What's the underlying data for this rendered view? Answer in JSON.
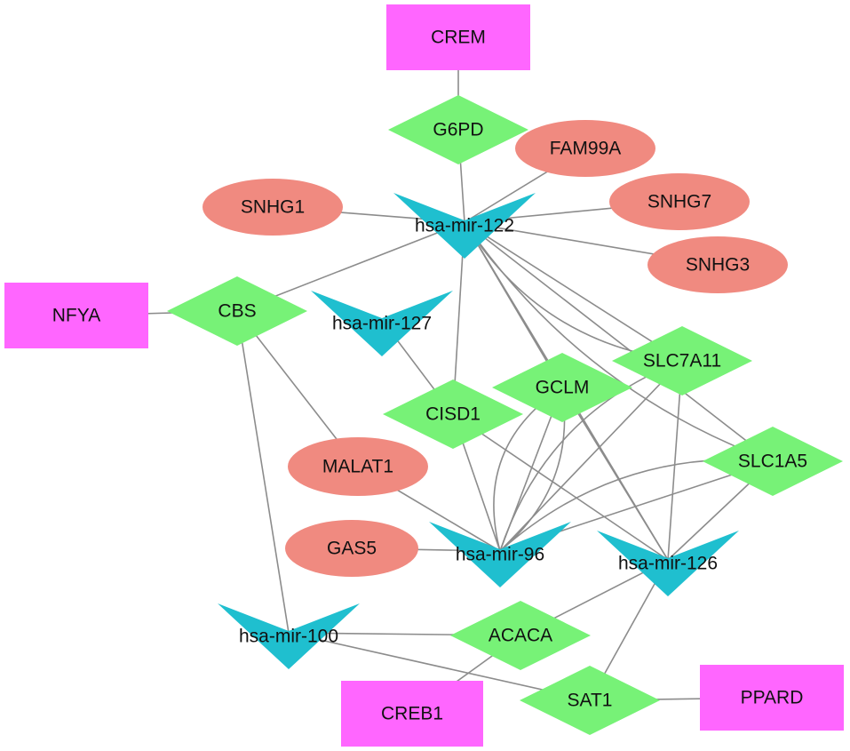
{
  "colors": {
    "tf_rect": "#ff66ff",
    "gene_diamond": "#77f277",
    "mirna_arrow": "#1fbfcf",
    "lncrna_ellipse": "#f08a80",
    "edge": "#8c8c8c"
  },
  "nodes": [
    {
      "id": "CREM",
      "label": "CREM",
      "shape": "rect"
    },
    {
      "id": "NFYA",
      "label": "NFYA",
      "shape": "rect"
    },
    {
      "id": "CREB1",
      "label": "CREB1",
      "shape": "rect"
    },
    {
      "id": "PPARD",
      "label": "PPARD",
      "shape": "rect"
    },
    {
      "id": "G6PD",
      "label": "G6PD",
      "shape": "diamond"
    },
    {
      "id": "CBS",
      "label": "CBS",
      "shape": "diamond"
    },
    {
      "id": "CISD1",
      "label": "CISD1",
      "shape": "diamond"
    },
    {
      "id": "GCLM",
      "label": "GCLM",
      "shape": "diamond"
    },
    {
      "id": "SLC7A11",
      "label": "SLC7A11",
      "shape": "diamond"
    },
    {
      "id": "SLC1A5",
      "label": "SLC1A5",
      "shape": "diamond"
    },
    {
      "id": "ACACA",
      "label": "ACACA",
      "shape": "diamond"
    },
    {
      "id": "SAT1",
      "label": "SAT1",
      "shape": "diamond"
    },
    {
      "id": "mir122",
      "label": "hsa-mir-122",
      "shape": "vee"
    },
    {
      "id": "mir127",
      "label": "hsa-mir-127",
      "shape": "vee"
    },
    {
      "id": "mir96",
      "label": "hsa-mir-96",
      "shape": "vee"
    },
    {
      "id": "mir126",
      "label": "hsa-mir-126",
      "shape": "vee"
    },
    {
      "id": "mir100",
      "label": "hsa-mir-100",
      "shape": "vee"
    },
    {
      "id": "FAM99A",
      "label": "FAM99A",
      "shape": "ellipse"
    },
    {
      "id": "SNHG1",
      "label": "SNHG1",
      "shape": "ellipse"
    },
    {
      "id": "SNHG7",
      "label": "SNHG7",
      "shape": "ellipse"
    },
    {
      "id": "SNHG3",
      "label": "SNHG3",
      "shape": "ellipse"
    },
    {
      "id": "MALAT1",
      "label": "MALAT1",
      "shape": "ellipse"
    },
    {
      "id": "GAS5",
      "label": "GAS5",
      "shape": "ellipse"
    }
  ],
  "edges": [
    [
      "CREM",
      "G6PD"
    ],
    [
      "G6PD",
      "mir122"
    ],
    [
      "FAM99A",
      "mir122"
    ],
    [
      "SNHG1",
      "mir122"
    ],
    [
      "SNHG7",
      "mir122"
    ],
    [
      "SNHG3",
      "mir122"
    ],
    [
      "mir122",
      "CBS"
    ],
    [
      "mir122",
      "CISD1"
    ],
    [
      "mir122",
      "GCLM"
    ],
    [
      "mir122",
      "SLC7A11"
    ],
    [
      "mir122",
      "SLC1A5"
    ],
    [
      "mir122",
      "mir126"
    ],
    [
      "mir122",
      "SLC7A11",
      "curved"
    ],
    [
      "mir122",
      "SLC1A5",
      "curved"
    ],
    [
      "NFYA",
      "CBS"
    ],
    [
      "CBS",
      "MALAT1"
    ],
    [
      "CBS",
      "mir100"
    ],
    [
      "mir127",
      "CISD1"
    ],
    [
      "CISD1",
      "mir96"
    ],
    [
      "CISD1",
      "mir126"
    ],
    [
      "GCLM",
      "mir96"
    ],
    [
      "GCLM",
      "mir126"
    ],
    [
      "GCLM",
      "mir96",
      "curved"
    ],
    [
      "GCLM",
      "mir96",
      "curved2"
    ],
    [
      "SLC7A11",
      "mir96"
    ],
    [
      "SLC7A11",
      "mir96",
      "curved"
    ],
    [
      "SLC7A11",
      "mir126"
    ],
    [
      "SLC1A5",
      "mir96"
    ],
    [
      "SLC1A5",
      "mir96",
      "curved"
    ],
    [
      "SLC1A5",
      "mir126"
    ],
    [
      "MALAT1",
      "mir96"
    ],
    [
      "GAS5",
      "mir96"
    ],
    [
      "mir126",
      "ACACA"
    ],
    [
      "mir126",
      "SAT1"
    ],
    [
      "mir100",
      "ACACA"
    ],
    [
      "mir100",
      "SAT1"
    ],
    [
      "ACACA",
      "CREB1"
    ],
    [
      "SAT1",
      "PPARD"
    ]
  ]
}
